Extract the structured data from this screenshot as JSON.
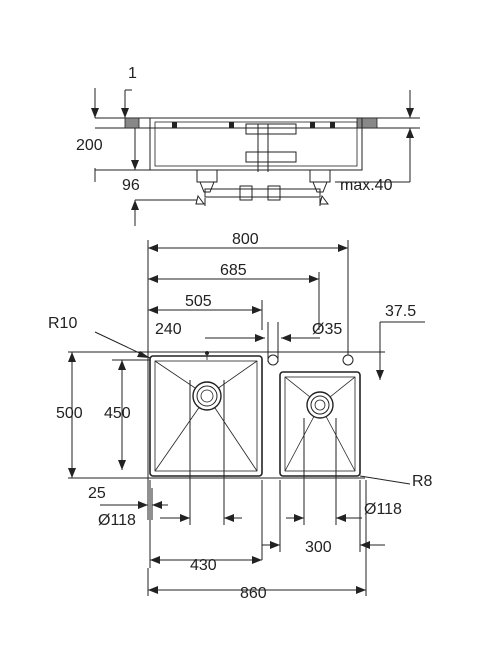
{
  "dimensions": {
    "wall_thickness": "1",
    "depth": "200",
    "drain_depth": "96",
    "max_thickness": "max.40",
    "width_total": "800",
    "width_685": "685",
    "width_505": "505",
    "width_240": "240",
    "hole_diameter": "Ø35",
    "offset_37_5": "37.5",
    "radius_outer": "R10",
    "outer_depth": "500",
    "bowl_depth": "450",
    "edge_25": "25",
    "radius_inner": "R8",
    "drain_left": "Ø118",
    "drain_right": "Ø118",
    "bowl_left_width": "430",
    "bowl_right_width": "300",
    "cutout_width": "860"
  }
}
